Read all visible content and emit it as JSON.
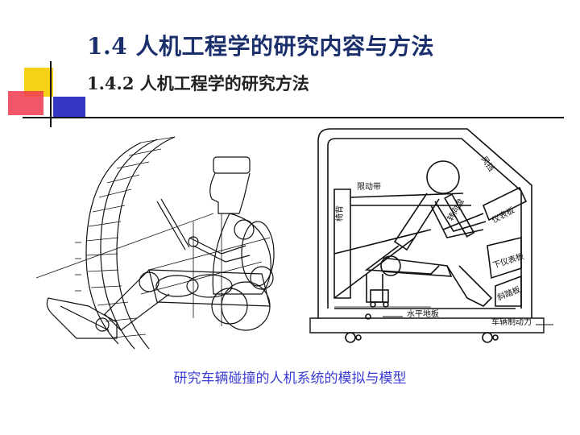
{
  "slide": {
    "title": "1.4  人机工程学的研究内容与方法",
    "subtitle": "1.4.2 人机工程学的研究方法",
    "caption": "研究车辆碰撞的人机系统的模拟与模型"
  },
  "right_figure": {
    "labels": {
      "windshield": "风挡",
      "seatbelt": "限动带",
      "backrest": "椅背",
      "steering_wheel": "转向盘",
      "instrument_panel": "仪表板",
      "lower_panel": "下仪表板",
      "footboard": "斜踏板",
      "floor": "水平地板",
      "brake": "车辆制动力"
    }
  },
  "colors": {
    "title": "#1a2f6b",
    "caption": "#3c3cd6",
    "yellow": "#f7d117",
    "blue": "#3436c4",
    "red": "#f03a4f"
  }
}
